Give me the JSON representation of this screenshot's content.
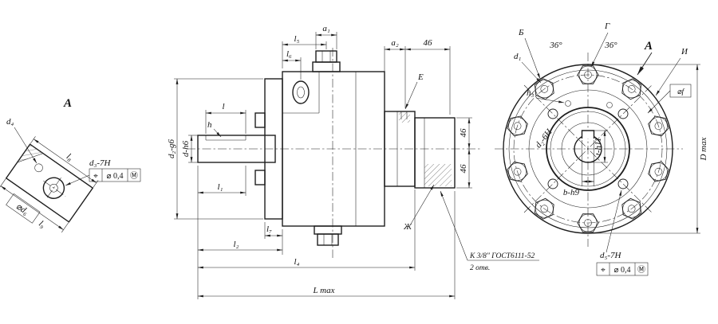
{
  "detail_view": {
    "view_label": "A",
    "d4": "d₄",
    "l8": "l₈",
    "l9": "l₉",
    "d3": "d₃-7H",
    "d6": "⌀d₆",
    "gdt": {
      "symbol": "⌖",
      "tolerance": "⌀ 0,4",
      "modifier": "Ⓜ"
    }
  },
  "side_view": {
    "a1": "a₁",
    "l5": "l₅",
    "l6": "l₆",
    "a2": "a₂",
    "n46_top": "46",
    "e": "E",
    "l": "l",
    "h": "h",
    "d_h6": "d-h6",
    "d2_g6": "d₂-g6",
    "l1": "l₁",
    "l7": "l₇",
    "l2": "l₂",
    "l4": "l₄",
    "l_max": "L max",
    "n46_r1": "46",
    "n46_r2": "46",
    "zh": "Ж",
    "note_line1": "К 3/8\" ГОСТ6111-52",
    "note_line2": "2 отв."
  },
  "end_view": {
    "b": "Б",
    "g": "Г",
    "angle1": "36°",
    "angle2": "36°",
    "a": "A",
    "i": "И",
    "d1": "d₁",
    "h3": "h₃",
    "df": "⌀f",
    "d2_6h": "d₂-6H",
    "t_h11": "t-h11",
    "b_h9": "b-h9",
    "d_max": "D max",
    "d5": "d₅-7H",
    "gdt": {
      "symbol": "⌖",
      "tolerance": "⌀ 0,4",
      "modifier": "Ⓜ"
    }
  }
}
